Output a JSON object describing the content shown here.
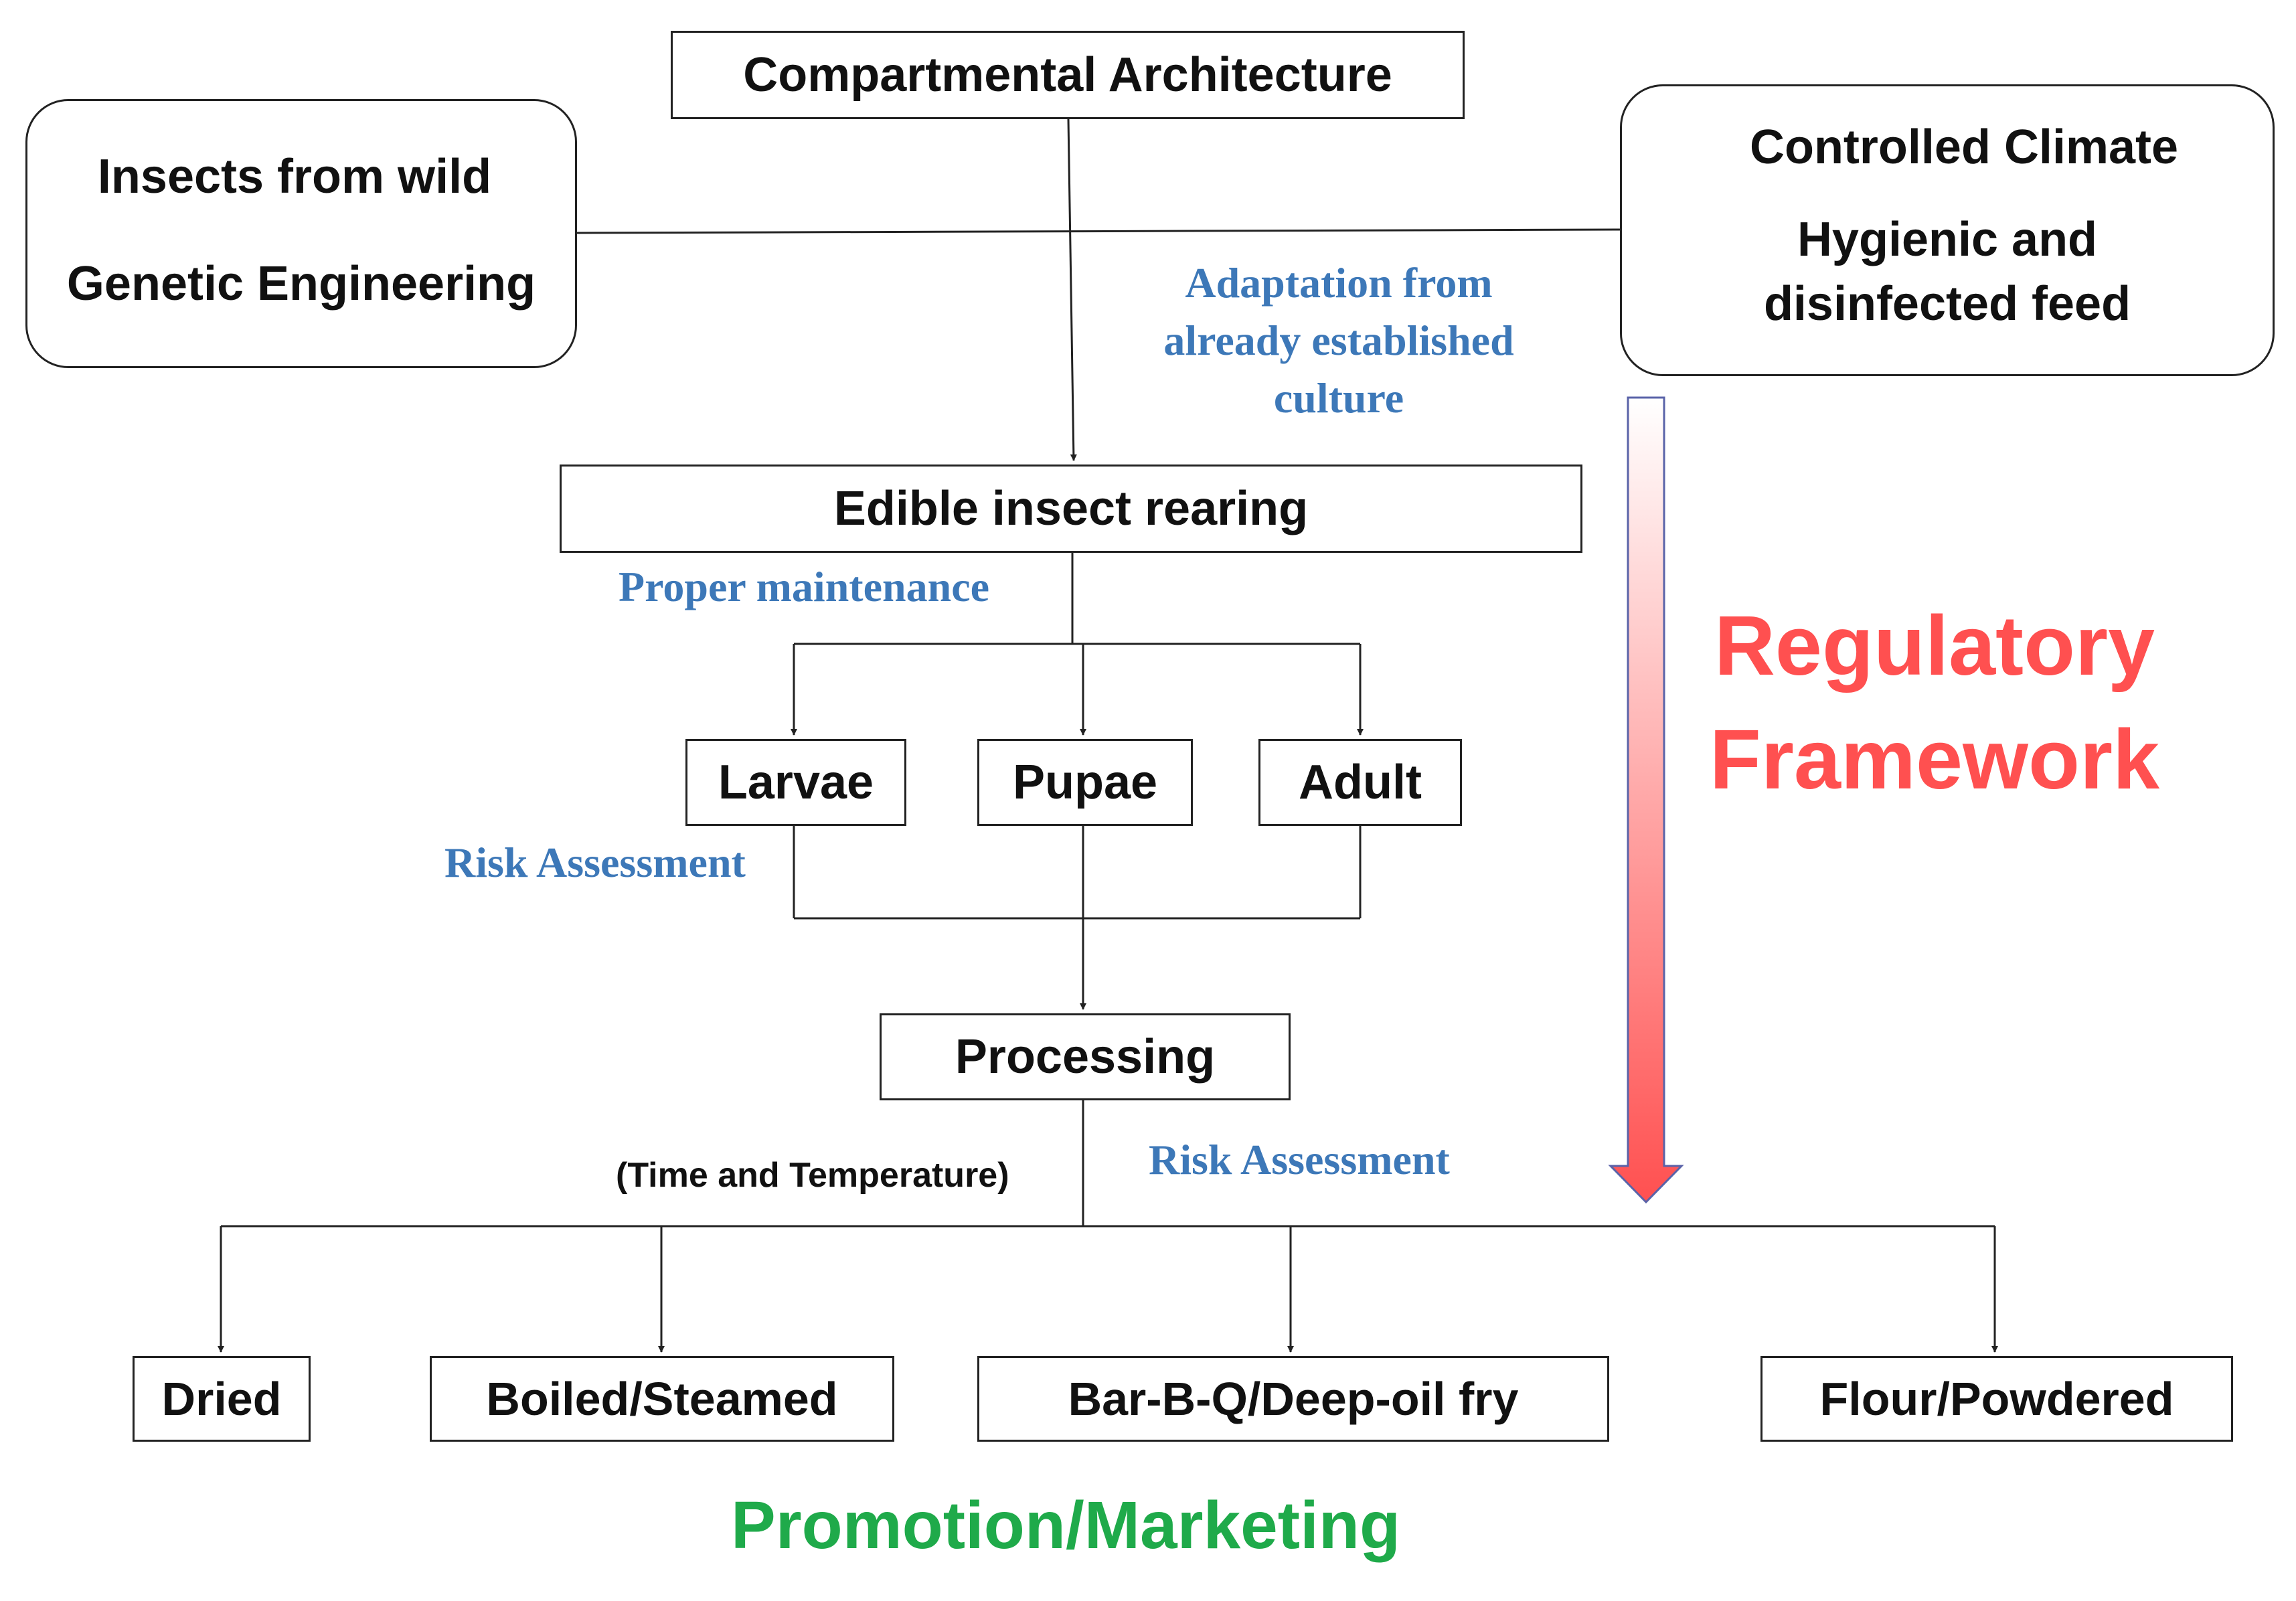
{
  "colors": {
    "line": "#222222",
    "blue_text": "#3d78b8",
    "regulatory_red": "#ff5050",
    "promotion_green": "#1faa4a"
  },
  "nodes": {
    "compartmental": "Compartmental Architecture",
    "source_top": "Insects from wild",
    "source_bottom": "Genetic Engineering",
    "climate": "Controlled Climate",
    "hygiene_line1": "Hygienic and",
    "hygiene_line2": "disinfected feed",
    "rearing": "Edible insect rearing",
    "larvae": "Larvae",
    "pupae": "Pupae",
    "adult": "Adult",
    "processing": "Processing",
    "dried": "Dried",
    "boiled": "Boiled/Steamed",
    "barbq": "Bar-B-Q/Deep-oil fry",
    "flour": "Flour/Powdered"
  },
  "labels": {
    "adaptation_1": "Adaptation from",
    "adaptation_2": "already established",
    "adaptation_3": "culture",
    "maintenance": "Proper maintenance",
    "risk_1": "Risk Assessment",
    "risk_2": "Risk Assessment",
    "time_temp": "(Time and Temperature)",
    "regulatory_1": "Regulatory",
    "regulatory_2": "Framework",
    "promotion": "Promotion/Marketing"
  }
}
